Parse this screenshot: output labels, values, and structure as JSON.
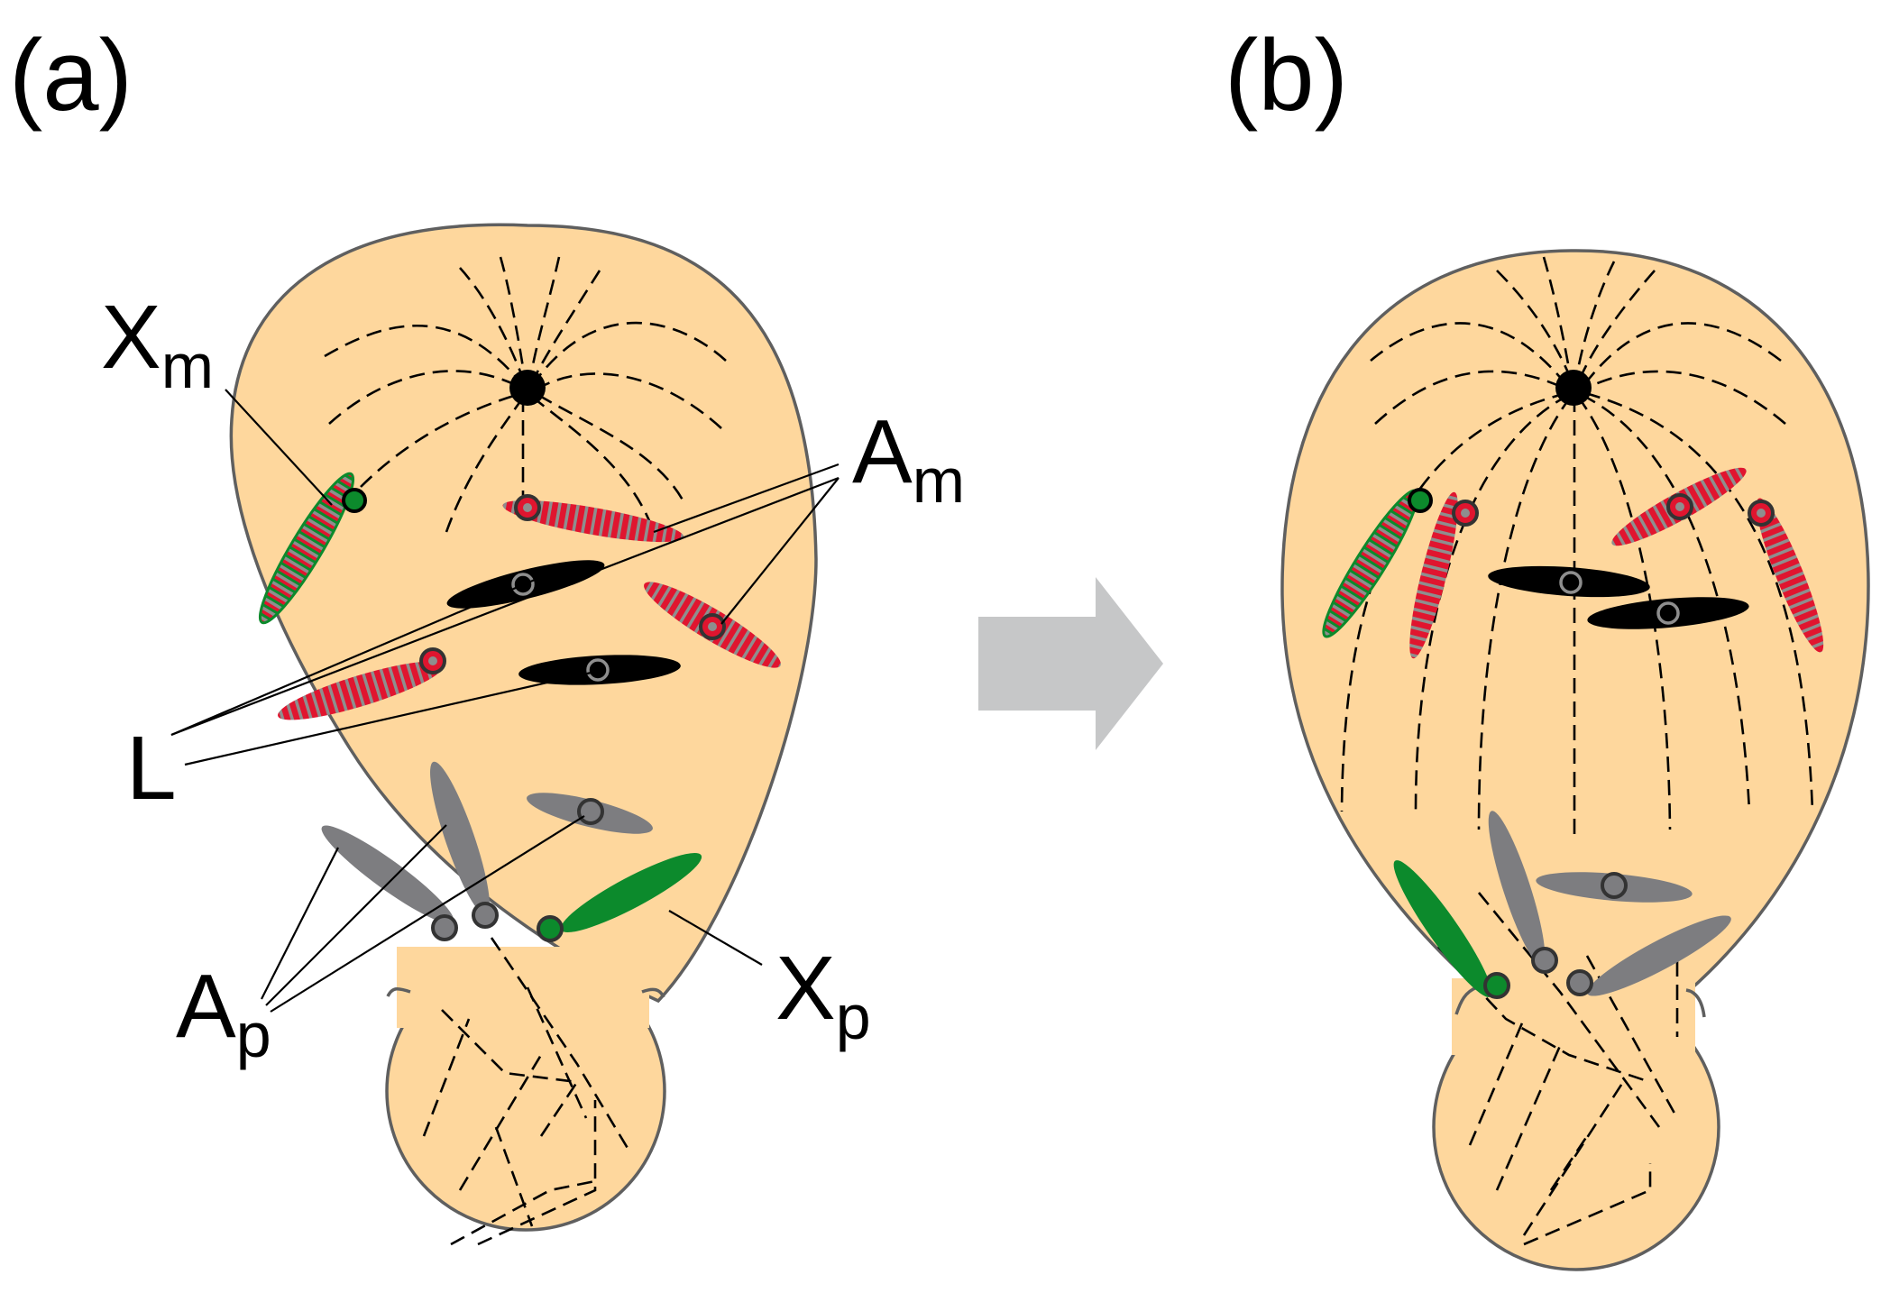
{
  "panels": [
    {
      "id": "a",
      "label": "(a)"
    },
    {
      "id": "b",
      "label": "(b)"
    }
  ],
  "labels": {
    "xm": {
      "main": "X",
      "sub": "m"
    },
    "am": {
      "main": "A",
      "sub": "m"
    },
    "l": {
      "main": "L"
    },
    "ap": {
      "main": "A",
      "sub": "p"
    },
    "xp": {
      "main": "X",
      "sub": "p"
    }
  },
  "colors": {
    "cell_fill": "#fed79d",
    "cell_outline": "#5f5f5f",
    "maternal_red": "#e0152f",
    "maternal_stripe": "#8e8e8e",
    "x_green": "#0c8a2c",
    "l_black": "#000000",
    "paternal_gray": "#7d7d80",
    "arrow_gray": "#c6c7c8"
  }
}
